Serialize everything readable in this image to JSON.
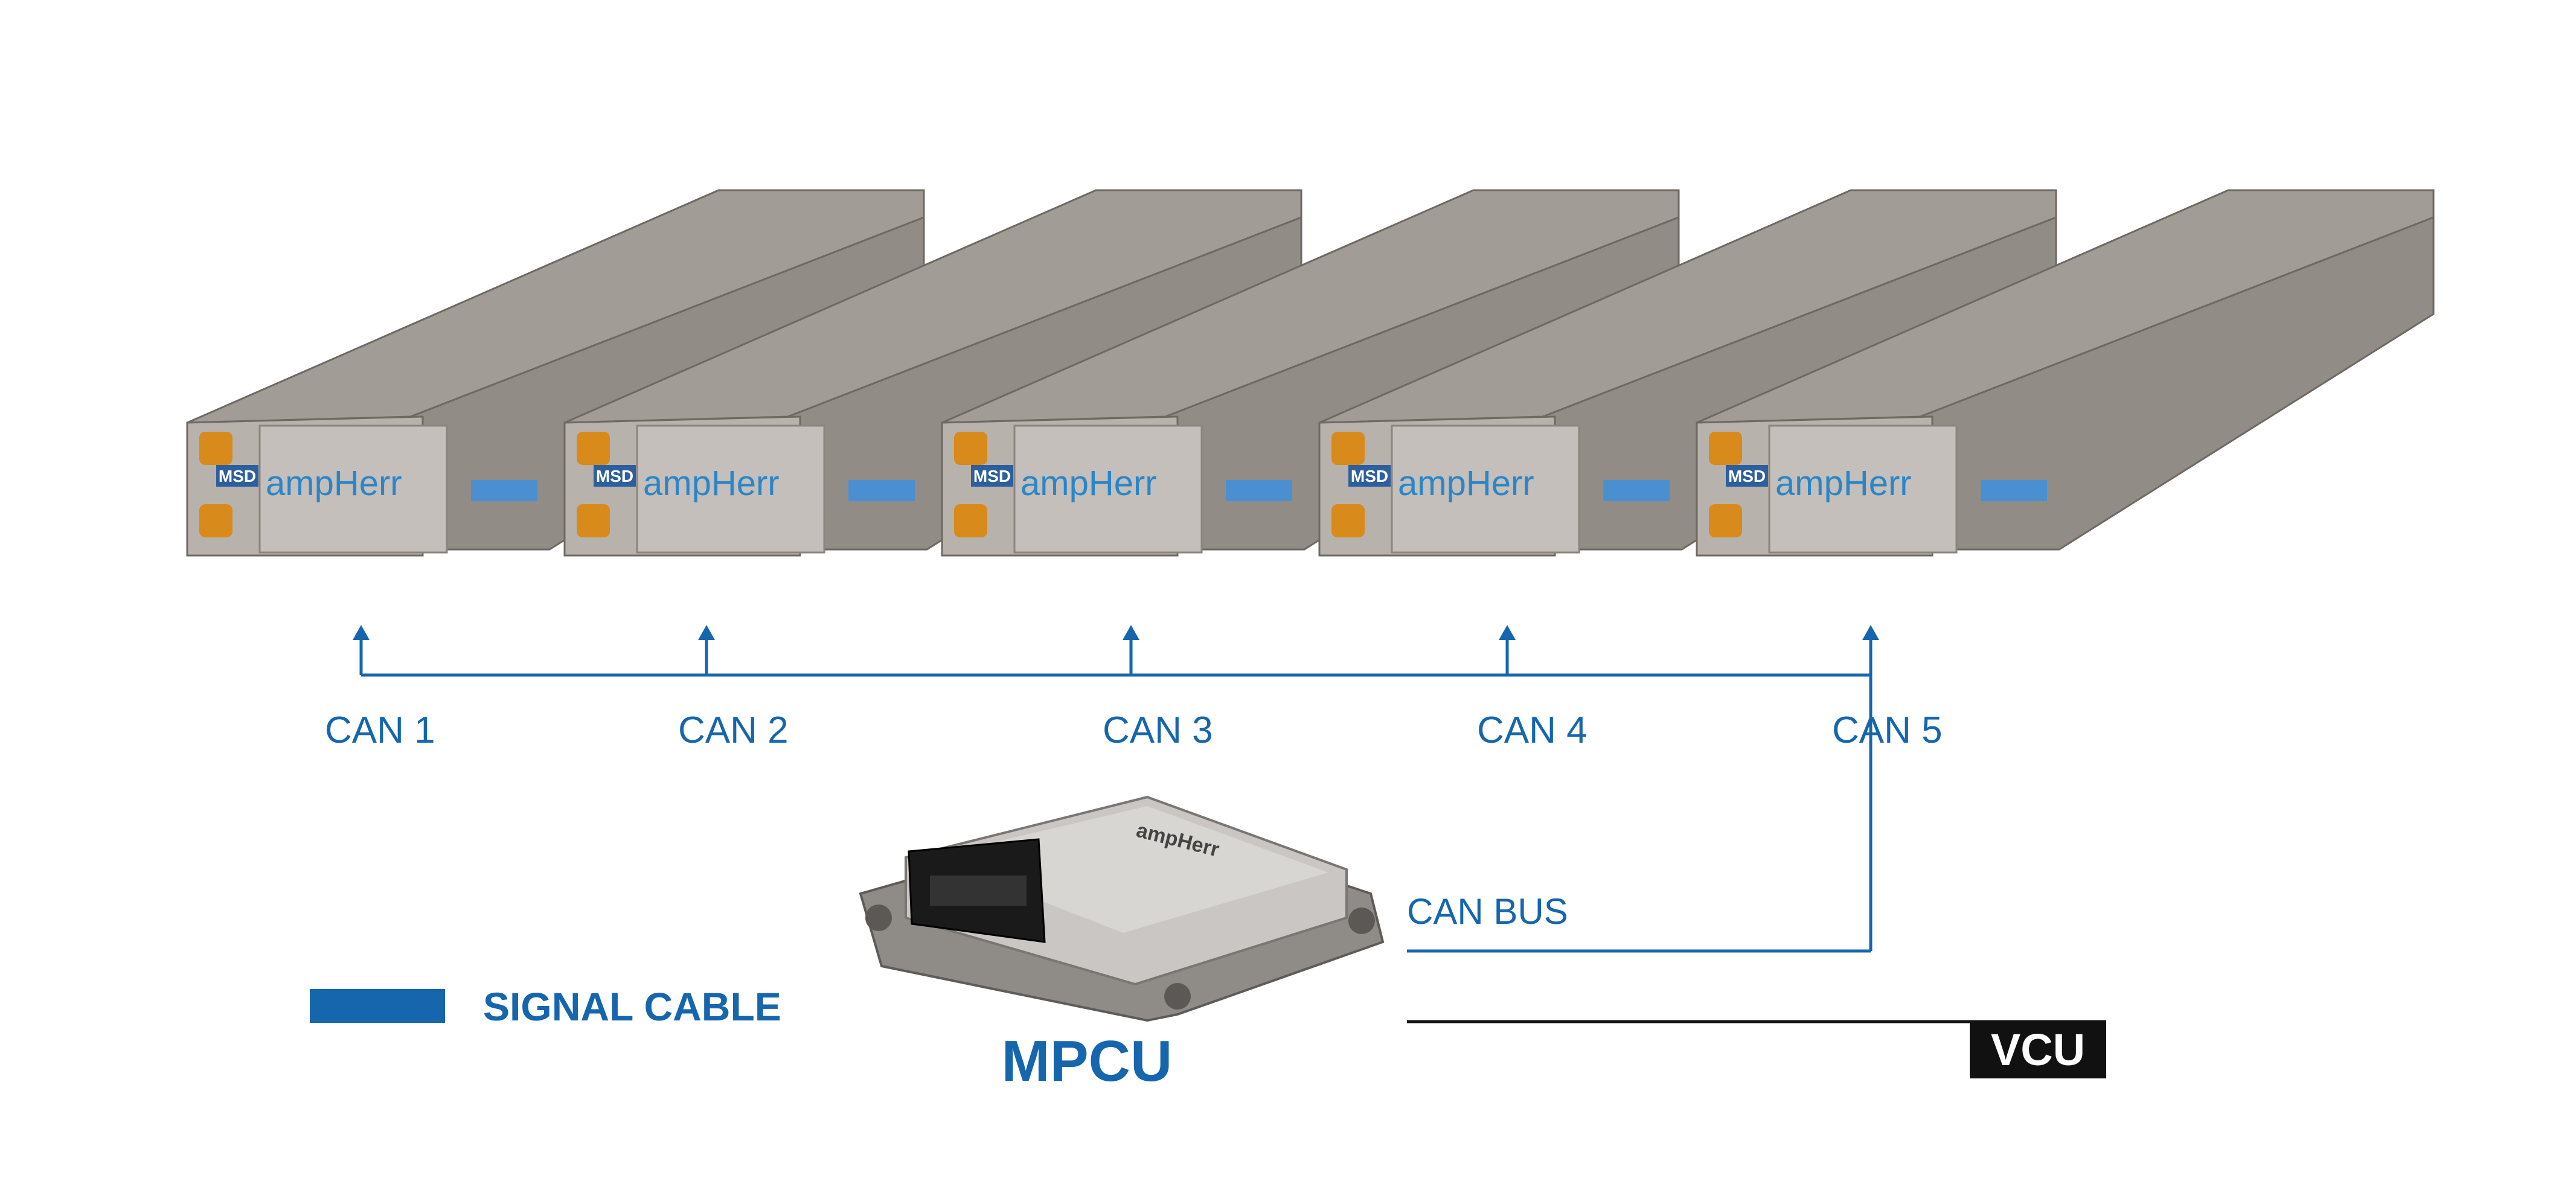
{
  "colors": {
    "signal_blue": "#1566ad",
    "vcu_black": "#111111",
    "module_body": "#a29c96",
    "module_front": "#b8b2ac",
    "module_dark": "#6e6964",
    "connector_orange": "#d88a1a",
    "brand_blue": "#2a86c8"
  },
  "battery_modules": [
    {
      "brand": "ampHerr",
      "badge": "MSD"
    },
    {
      "brand": "ampHerr",
      "badge": "MSD"
    },
    {
      "brand": "ampHerr",
      "badge": "MSD"
    },
    {
      "brand": "ampHerr",
      "badge": "MSD"
    },
    {
      "brand": "ampHerr",
      "badge": "MSD"
    }
  ],
  "can_labels": [
    "CAN 1",
    "CAN 2",
    "CAN 3",
    "CAN 4",
    "CAN 5"
  ],
  "can_bus_label": "CAN BUS",
  "controller": {
    "label": "MPCU",
    "brand": "ampHerr"
  },
  "vcu_label": "VCU",
  "legend": {
    "label": "SIGNAL CABLE"
  }
}
